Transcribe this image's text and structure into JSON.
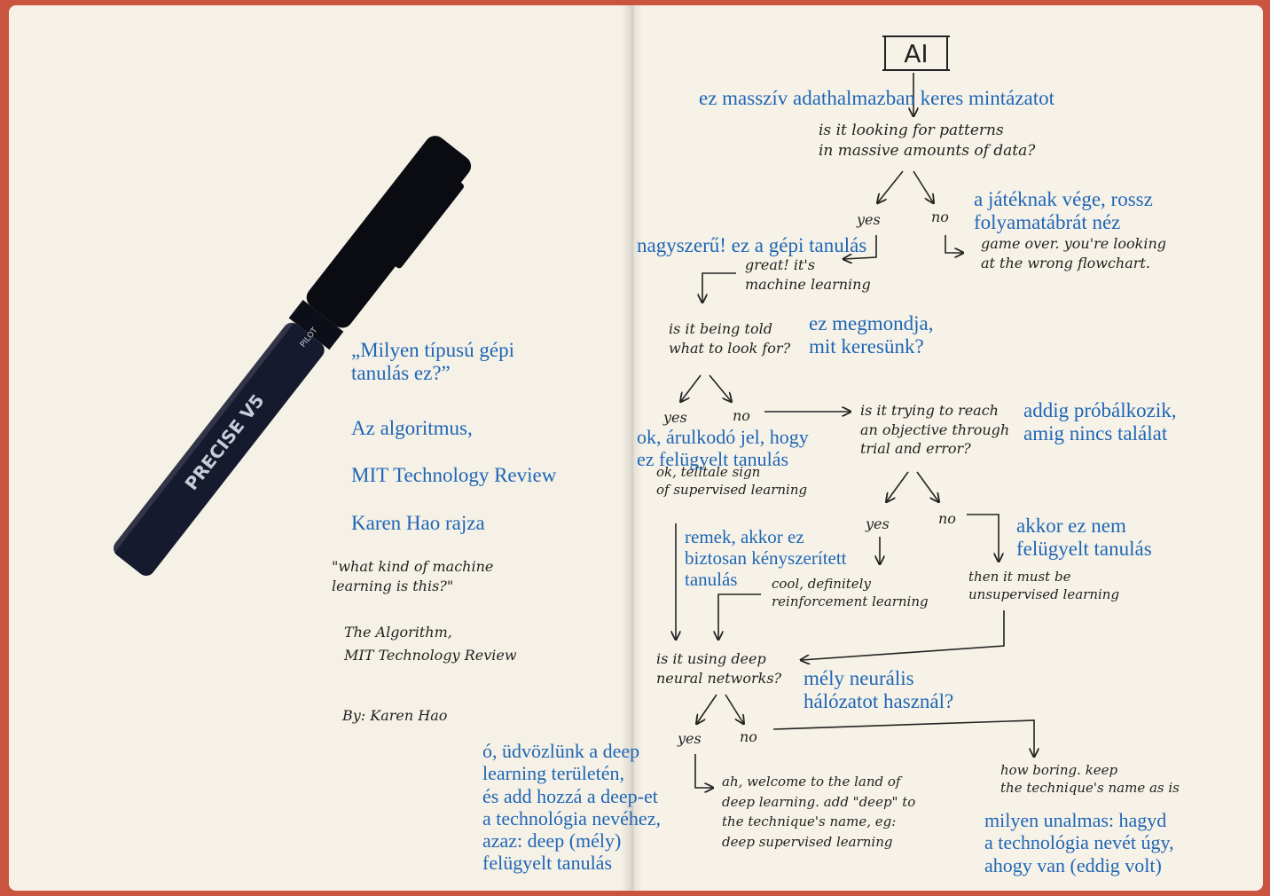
{
  "diagram": {
    "root": "AI",
    "nodes": {
      "q_patterns": "is it looking for patterns\nin massive amounts of data?",
      "yes1": "yes",
      "no1": "no",
      "game_over": "game over. you're looking\nat the wrong flowchart.",
      "great": "great! it's\nmachine learning",
      "q_told": "is it being told\nwhat to look for?",
      "yes2": "yes",
      "no2": "no",
      "telltale": "ok, telltale sign\nof supervised learning",
      "q_trial": "is it trying to reach\nan objective through\ntrial and error?",
      "yes3": "yes",
      "no3": "no",
      "reinforcement": "cool, definitely\nreinforcement learning",
      "unsupervised": "then it must be\nunsupervised learning",
      "q_deep": "is it using deep\nneural networks?",
      "yes4": "yes",
      "no4": "no",
      "deep": "ah, welcome to the land of\ndeep learning. add \"deep\" to\nthe technique's name, eg:\ndeep supervised learning",
      "boring": "how boring. keep\nthe technique's name as is"
    },
    "credit": {
      "question": "\"what kind of machine\nlearning is this?\"",
      "source": "The Algorithm,\nMIT Technology Review",
      "author": "By: Karen Hao"
    },
    "translations": {
      "patterns": "ez masszív adathalmazban keres mintázatot",
      "game_over": "a játéknak vége, rossz\nfolyamatábrát néz",
      "great": "nagyszerű! ez a gépi tanulás",
      "told": "ez megmondja,\nmit keresünk?",
      "telltale": "ok, árulkodó jel, hogy\nez felügyelt tanulás",
      "trial": "addig próbálkozik,\namig nincs találat",
      "reinforcement": "remek, akkor ez\nbiztosan kényszerített\ntanulás",
      "unsupervised": "akkor ez nem\nfelügyelt tanulás",
      "deep_q": "mély neurális\nhálózatot használ?",
      "deep": "ó, üdvözlünk a deep\nlearning területén,\nés add hozzá a deep-et\na technológia nevéhez,\nazaz: deep (mély)\nfelügyelt tanulás",
      "boring": "milyen unalmas: hagyd\na technológia nevét úgy,\nahogy van (eddig volt)",
      "credit_1": "„Milyen típusú gépi\ntanulás ez?”",
      "credit_2": "Az algoritmus,",
      "credit_3": "MIT Technology Review",
      "credit_4": "Karen Hao rajza"
    }
  },
  "pen": {
    "brand": "PRECISE V5",
    "maker": "PILOT",
    "color": "#151a2e"
  },
  "colors": {
    "background": "#c9553e",
    "paper": "#f6f1e7",
    "ink": "#222222",
    "translation": "#1e66b5"
  }
}
